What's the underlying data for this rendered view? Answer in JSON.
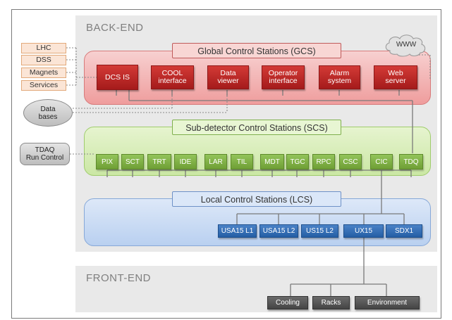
{
  "sections": {
    "back_end": "BACK-END",
    "front_end": "FRONT-END"
  },
  "layers": {
    "gcs": "Global Control Stations (GCS)",
    "scs": "Sub-detector Control Stations (SCS)",
    "lcs": "Local Control Stations (LCS)"
  },
  "external_inputs": [
    "LHC",
    "DSS",
    "Magnets",
    "Services"
  ],
  "gcs_nodes": [
    "DCS IS",
    "COOL\ninterface",
    "Data\nviewer",
    "Operator\ninterface",
    "Alarm\nsystem",
    "Web\nserver"
  ],
  "www": "WWW",
  "databases": "Data\nbases",
  "tdaq": "TDAQ\nRun Control",
  "scs_nodes": [
    "PIX",
    "SCT",
    "TRT",
    "IDE",
    "LAR",
    "TIL",
    "MDT",
    "TGC",
    "RPC",
    "CSC",
    "CIC",
    "TDQ"
  ],
  "lcs_nodes": [
    "USA15 L1",
    "USA15 L2",
    "US15 L2",
    "UX15",
    "SDX1"
  ],
  "front_end_nodes": [
    "Cooling",
    "Racks",
    "Environment"
  ]
}
